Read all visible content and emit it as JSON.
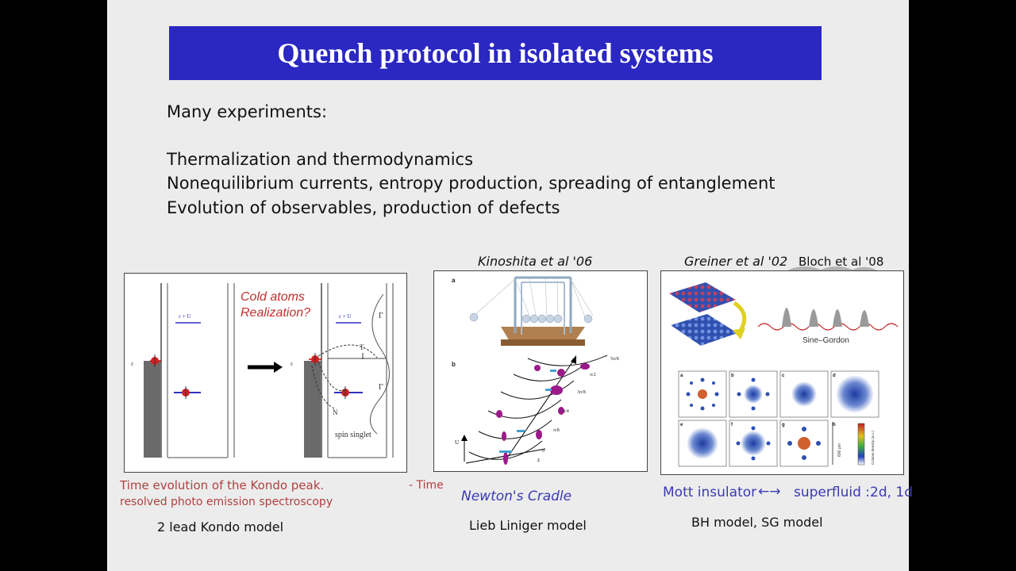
{
  "slide": {
    "title": "Quench protocol in isolated systems",
    "intro": "Many experiments:",
    "bullets": [
      "Thermalization and thermodynamics",
      "Nonequilibrium currents, entropy production, spreading of entanglement",
      "Evolution of observables, production of defects"
    ]
  },
  "panel_left": {
    "overlay": [
      "Cold atoms",
      "Realization?"
    ],
    "labels": {
      "eps_d": "ε",
      "spin_singlet": "spin singlet",
      "gamma_c": "Γ",
      "gamma_c2": "Γ",
      "t_k": "T",
      "n": "N"
    },
    "caption_red_1": "Time evolution of the Kondo peak.",
    "caption_red_2": "resolved photo emission spectroscopy",
    "caption_time": "- Time",
    "model": "2 lead Kondo model",
    "colors": {
      "red": "#b04040",
      "blue": "#3030c0"
    }
  },
  "panel_mid": {
    "citation": "Kinoshita et al '06",
    "caption": "Newton's Cradle",
    "model": "Lieb Liniger model",
    "panel_letters": [
      "a",
      "b"
    ],
    "curve_labels": [
      "5π/8",
      "π/2",
      "3π/8",
      "π/4",
      "π/8",
      "0"
    ],
    "axis": {
      "t": "t",
      "u": "U",
      "z": "z"
    }
  },
  "panel_right": {
    "citation_1": "Greiner et al '02",
    "citation_2": "Bloch et al '08",
    "sine_gordon": "Sine–Gordon",
    "mott": "Mott insulator",
    "arrow": "←→",
    "superfluid": "superfluid :2d, 1d",
    "model": "BH model, SG model",
    "tile_letters": [
      "a",
      "b",
      "c",
      "d",
      "e",
      "f",
      "g",
      "h"
    ],
    "colorbar_label": "Column density (a.u.)",
    "scale_label": "600 μm"
  }
}
